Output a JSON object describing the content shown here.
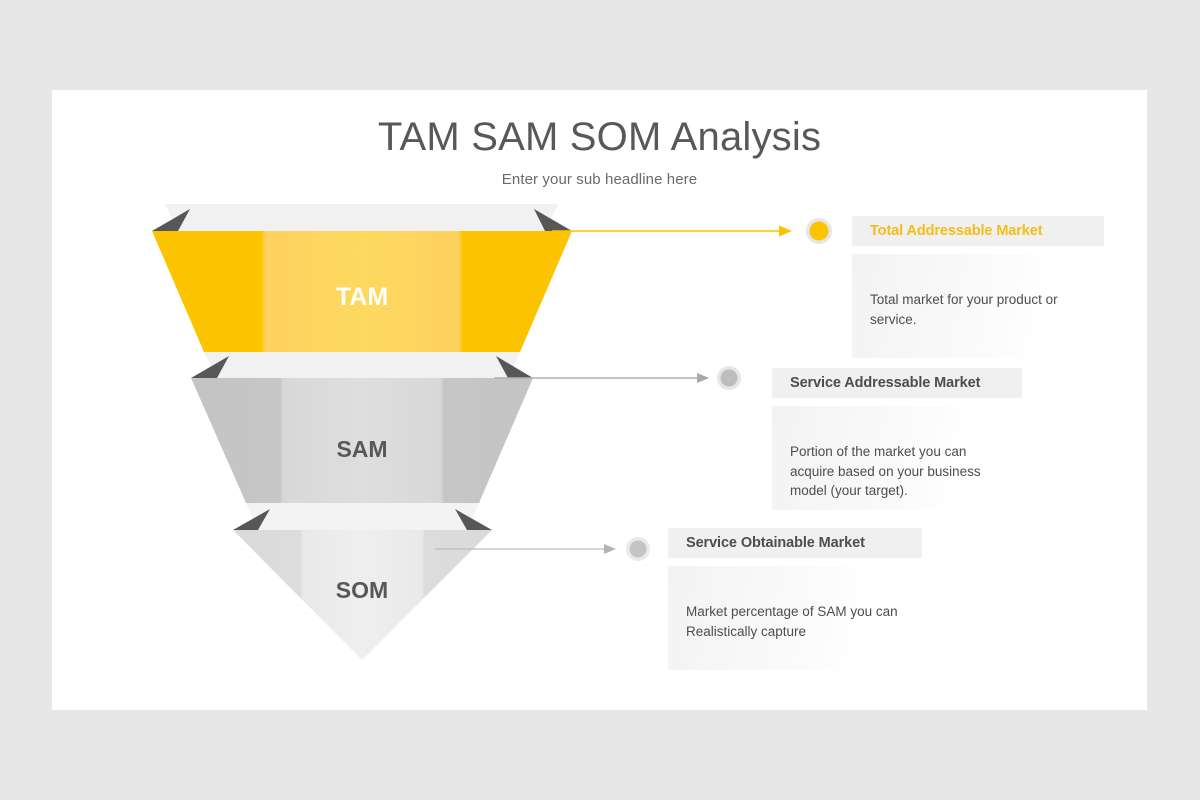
{
  "page": {
    "background_color": "#e8e7e8",
    "slide_background_color": "#ffffff"
  },
  "header": {
    "title": "TAM SAM SOM Analysis",
    "subtitle": "Enter your sub headline here"
  },
  "colors": {
    "accent": "#fcc400",
    "accent_text": "#f6bd16",
    "accent_light": "#fcd85e",
    "title_text": "#58585a",
    "body_text": "#4d4d4f",
    "band": "#f0f0f0",
    "gray_mid": "#c9c9c9",
    "gray_light": "#dedede",
    "gray_pale": "#ececec",
    "fold_shadow": "#575757"
  },
  "funnel": {
    "levels": [
      {
        "id": "tam",
        "label": "TAM",
        "label_color": "#ffffff",
        "fill_edge": "#fcc400",
        "fill_center": "#fdd95f",
        "band_color": "#f1f1f1"
      },
      {
        "id": "sam",
        "label": "SAM",
        "label_color": "#58585a",
        "fill_edge": "#c6c6c6",
        "fill_center": "#dcdcdc",
        "band_color": "#f1f1f1"
      },
      {
        "id": "som",
        "label": "SOM",
        "label_color": "#58585a",
        "fill_edge": "#dcdcdc",
        "fill_center": "#ededed",
        "band_color": "#f3f3f3"
      }
    ]
  },
  "connectors": [
    {
      "id": "tam",
      "color": "#fcc400",
      "marker_fill": "#fcc400",
      "marker_ring": "#e4e4e4"
    },
    {
      "id": "sam",
      "color": "#a8a8a8",
      "marker_fill": "#bdbdbd",
      "marker_ring": "#e4e4e4"
    },
    {
      "id": "som",
      "color": "#b4b4b4",
      "marker_fill": "#c4c4c4",
      "marker_ring": "#e8e8e8"
    }
  ],
  "info_blocks": [
    {
      "id": "tam",
      "title": "Total Addressable Market",
      "body": "Total market for your product or service."
    },
    {
      "id": "sam",
      "title": "Service Addressable Market",
      "body": "Portion of the market you can acquire based on your business model (your target)."
    },
    {
      "id": "som",
      "title": "Service Obtainable Market",
      "body": "Market percentage of SAM you can Realistically capture"
    }
  ]
}
